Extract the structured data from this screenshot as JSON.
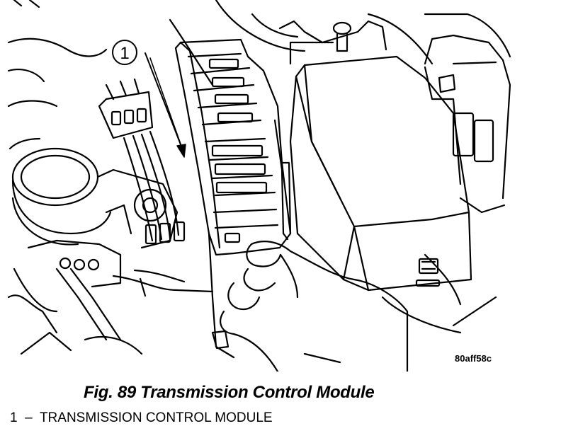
{
  "figure": {
    "callout_number": "1",
    "reference_code": "80aff58c"
  },
  "caption": "Fig. 89 Transmission Control Module",
  "legend": [
    {
      "number": "1",
      "separator": "–",
      "label": "TRANSMISSION CONTROL MODULE"
    }
  ]
}
